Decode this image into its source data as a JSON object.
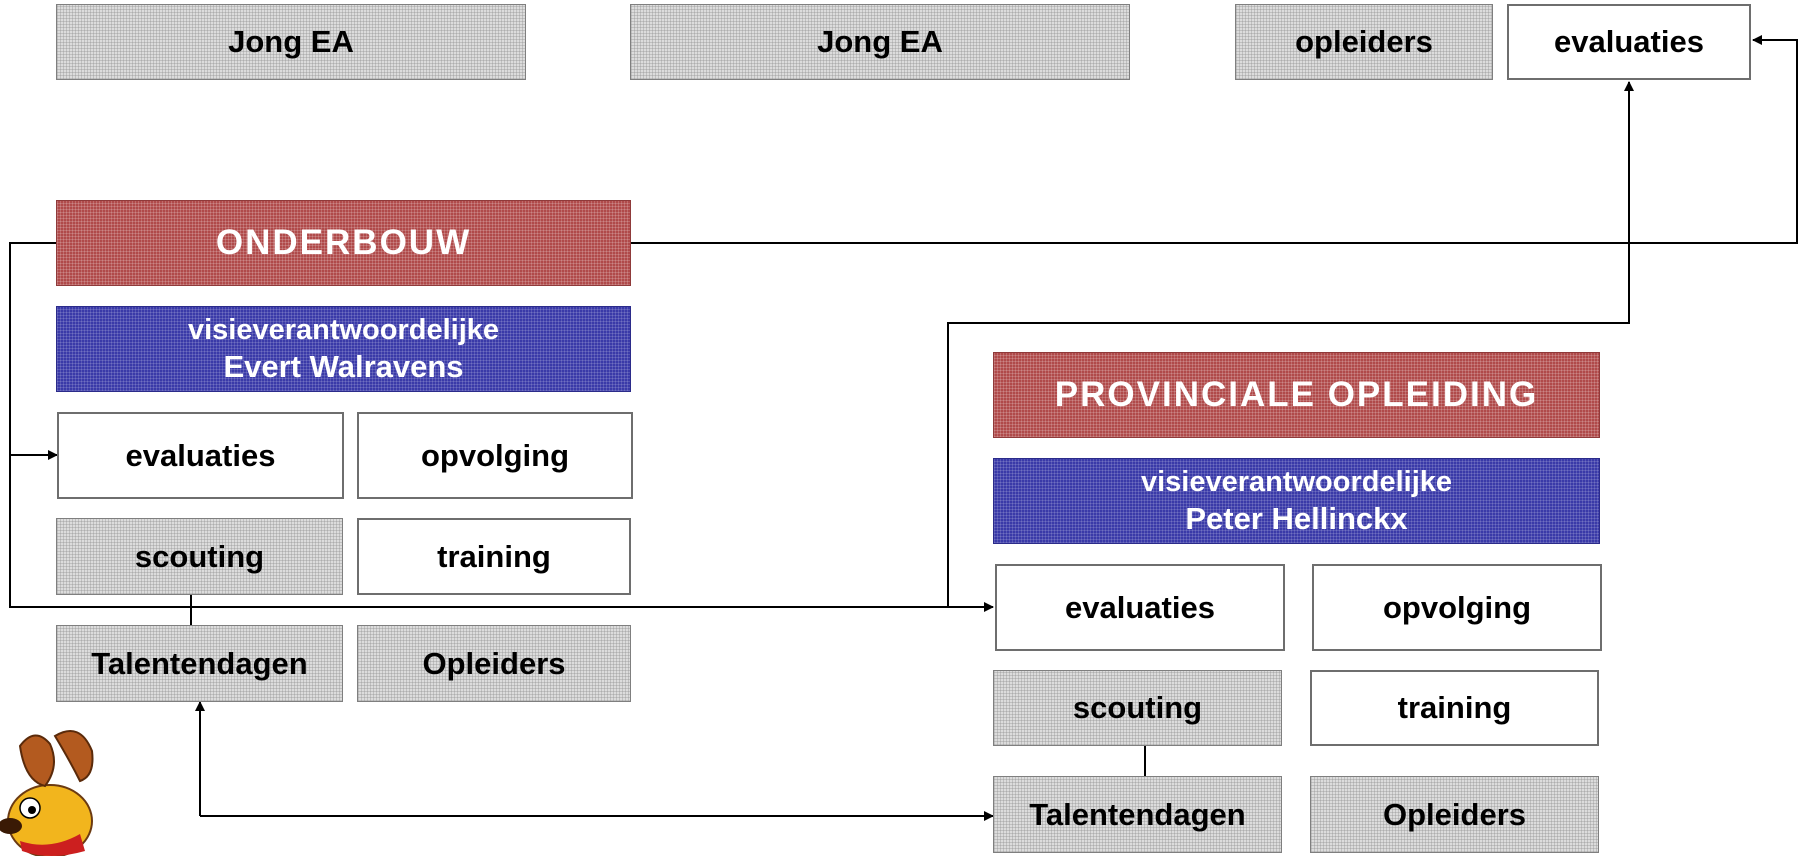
{
  "top_row": {
    "jong_ea_1": "Jong EA",
    "jong_ea_2": "Jong EA",
    "opleiders": "opleiders",
    "evaluaties": "evaluaties"
  },
  "onderbouw": {
    "title": "ONDERBOUW",
    "role": "visieverantwoordelijke",
    "person": "Evert Walravens",
    "evaluaties": "evaluaties",
    "opvolging": "opvolging",
    "scouting": "scouting",
    "training": "training",
    "talentendagen": "Talentendagen",
    "opleiders": "Opleiders"
  },
  "provinciale": {
    "title": "PROVINCIALE OPLEIDING",
    "role": "visieverantwoordelijke",
    "person": "Peter Hellinckx",
    "evaluaties": "evaluaties",
    "opvolging": "opvolging",
    "scouting": "scouting",
    "training": "training",
    "talentendagen": "Talentendagen",
    "opleiders": "Opleiders"
  },
  "colors": {
    "title_red": "#b04a4a",
    "vision_blue": "#3a3aa8",
    "grey_fill": "#dcdcdc",
    "connector": "#000000"
  },
  "icons": {
    "mascot": "cartoon-dog-mascot-icon"
  }
}
